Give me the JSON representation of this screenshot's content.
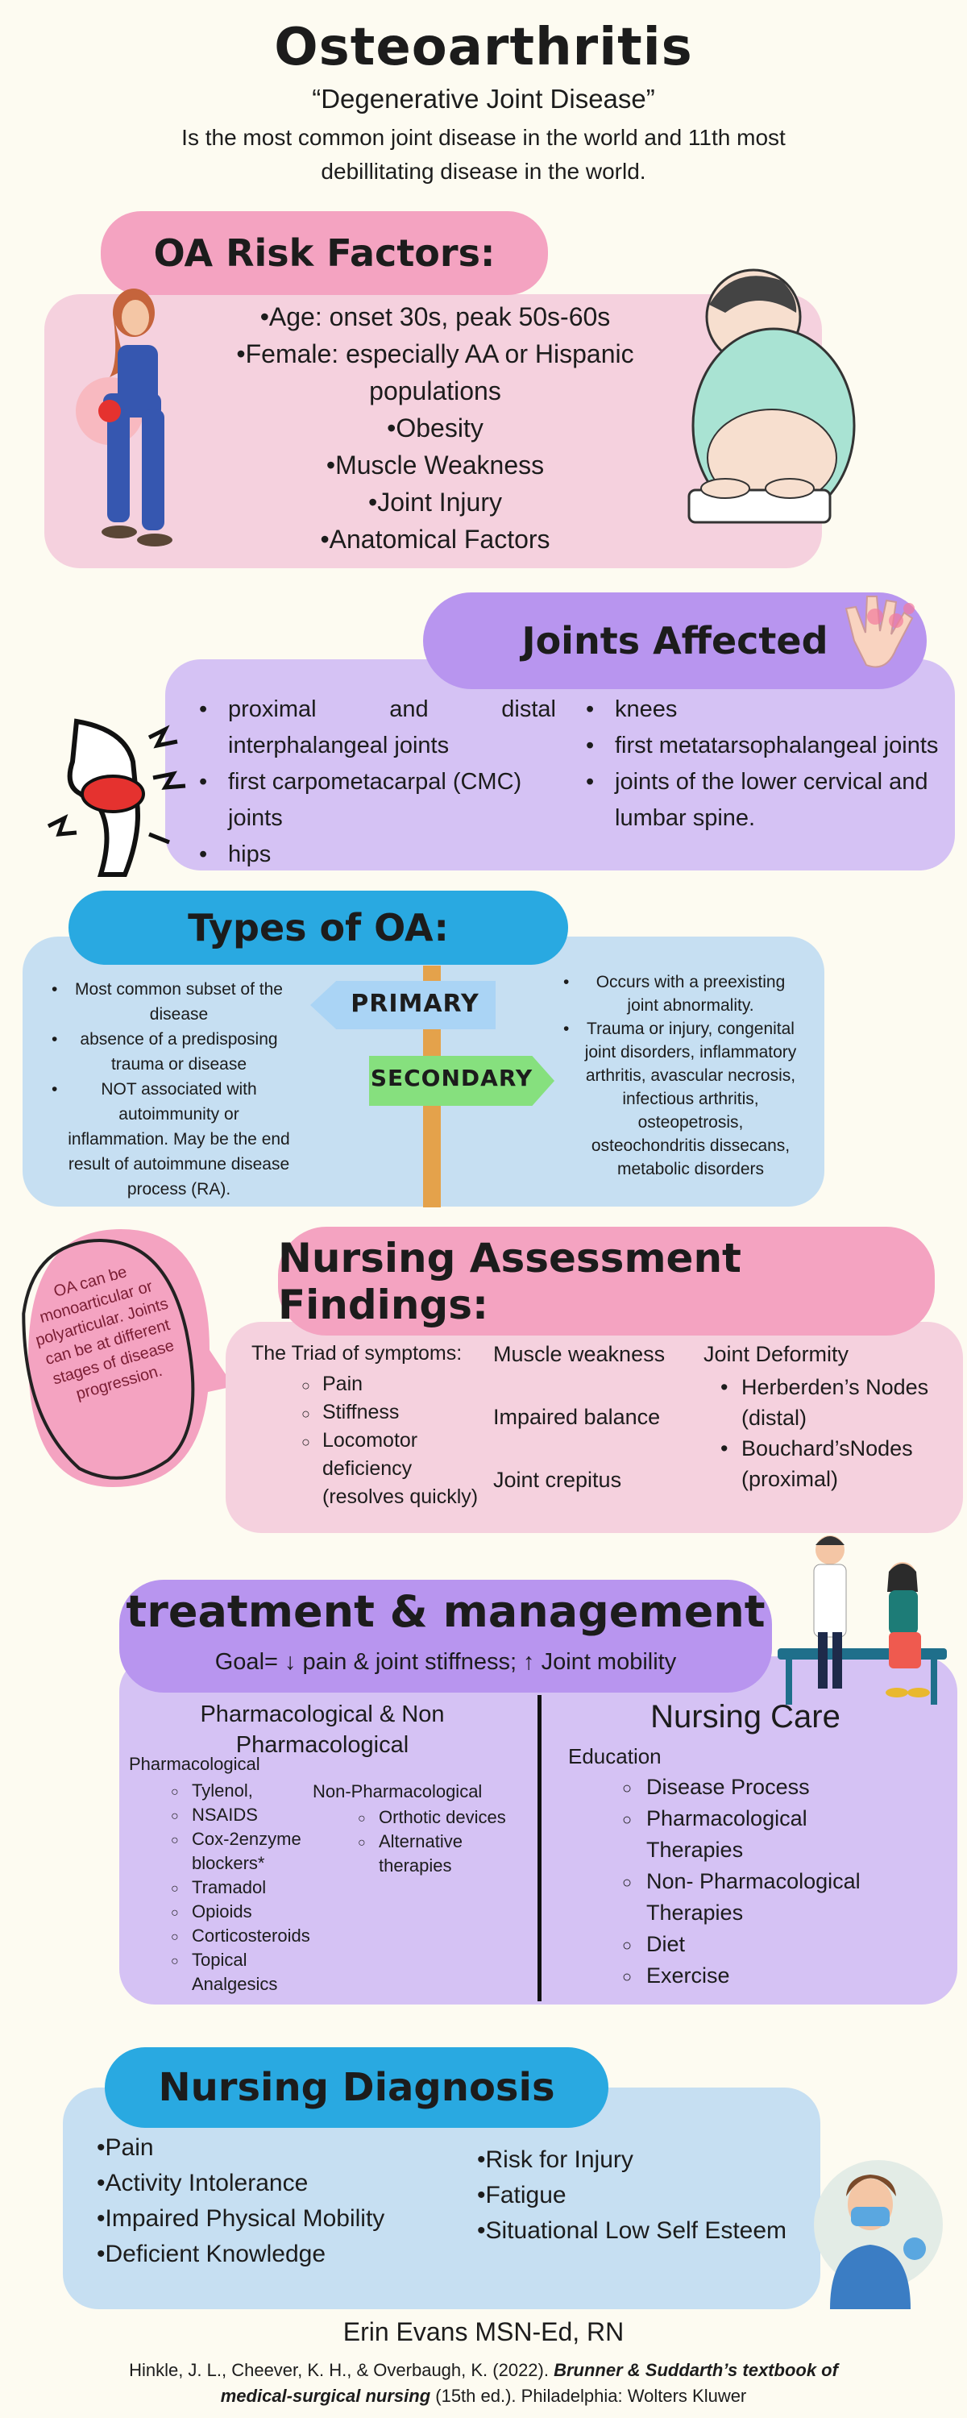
{
  "header": {
    "title": "Osteoarthritis",
    "subtitle": "“Degenerative Joint Disease”",
    "description": "Is the most common joint disease in the world and 11th most debillitating disease in the world."
  },
  "risk": {
    "title": "OA Risk Factors:",
    "items": [
      "•Age: onset 30s, peak 50s-60s",
      "•Female: especially AA or Hispanic populations",
      "•Obesity",
      "•Muscle Weakness",
      "•Joint Injury",
      "•Anatomical Factors"
    ]
  },
  "joints": {
    "title": "Joints Affected",
    "left": [
      "proximal and distal interphalangeal joints",
      "first carpometacarpal (CMC) joints",
      "hips"
    ],
    "right": [
      "knees",
      "first metatarsophalangeal joints",
      "joints of the lower cervical and lumbar spine."
    ]
  },
  "types": {
    "title": "Types of OA:",
    "primary_label": "PRIMARY",
    "secondary_label": "SECONDARY",
    "primary": [
      "Most common subset of the disease",
      "absence of a predisposing trauma or disease",
      "NOT associated with autoimmunity or inflammation. May be the end result of autoimmune disease process (RA)."
    ],
    "secondary": [
      "Occurs with a preexisting joint abnormality.",
      "Trauma or injury, congenital joint disorders, inflammatory arthritis, avascular necrosis, infectious arthritis, osteopetrosis, osteochondritis dissecans, metabolic disorders"
    ]
  },
  "assessment": {
    "bubble": "OA can be monoarticular or polyarticular. Joints can be at different stages of disease progression.",
    "title": "Nursing Assessment Findings:",
    "triad_title": "The Triad of symptoms:",
    "triad": [
      "Pain",
      "Stiffness",
      "Locomotor deficiency (resolves quickly)"
    ],
    "middle": [
      "Muscle weakness",
      "Impaired balance",
      "Joint crepitus"
    ],
    "deformity_title": "Joint Deformity",
    "deformity": [
      "Herberden’s Nodes (distal)",
      "Bouchard’sNodes (proximal)"
    ]
  },
  "treatment": {
    "title": "treatment & management",
    "goal": "Goal= ↓ pain & joint stiffness; ↑ Joint mobility",
    "pharm_heading": "Pharmacological & Non Pharmacological",
    "pharm_label": "Pharmacological",
    "pharm": [
      "Tylenol,",
      "NSAIDS",
      "Cox-2enzyme blockers*",
      "Tramadol",
      "Opioids",
      "Corticosteroids",
      "Topical Analgesics"
    ],
    "nonpharm_label": "Non-Pharmacological",
    "nonpharm": [
      "Orthotic devices",
      "Alternative therapies"
    ],
    "nursing_heading": "Nursing Care",
    "education_label": "Education",
    "education": [
      "Disease Process",
      "Pharmacological Therapies",
      "Non- Pharmacological Therapies",
      "Diet",
      "Exercise"
    ]
  },
  "diagnosis": {
    "title": "Nursing Diagnosis",
    "left": [
      "•Pain",
      "•Activity Intolerance",
      "•Impaired Physical Mobility",
      "•Deficient Knowledge"
    ],
    "right": [
      "•Risk for Injury",
      "•Fatigue",
      "•Situational Low Self Esteem"
    ]
  },
  "footer": {
    "author": "Erin Evans MSN-Ed, RN",
    "citation_pre": "Hinkle, J. L., Cheever, K. H., & Overbaugh, K. (2022). ",
    "citation_book": "Brunner & Suddarth’s textbook of medical-surgical nursing",
    "citation_post": " (15th ed.). Philadelphia: Wolters Kluwer"
  },
  "colors": {
    "background": "#fdfbf1",
    "pink_pill": "#f4a3c1",
    "pink_panel": "#f5d1de",
    "purple_pill": "#b895ef",
    "purple_panel": "#d5c2f4",
    "blue_pill": "#29a9e1",
    "blue_panel": "#c6dff2",
    "green_sign": "#86e07e",
    "blue_sign": "#aad4f5",
    "post": "#e4a24b"
  }
}
